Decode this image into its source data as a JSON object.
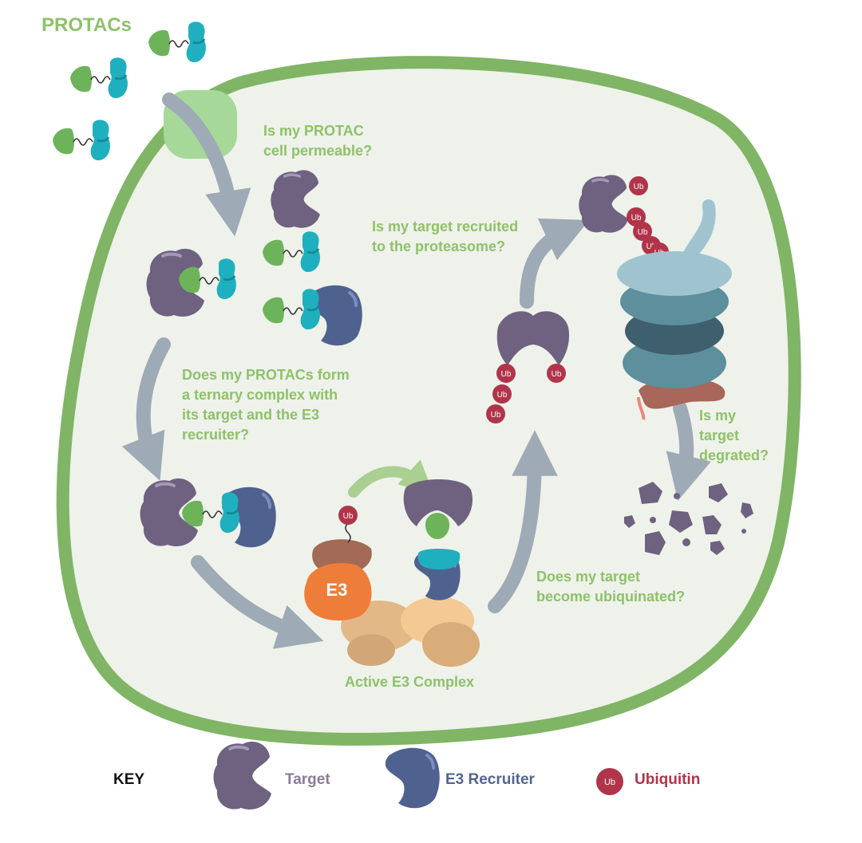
{
  "title": "PROTACs",
  "questions": {
    "permeable": "Is my PROTAC\ncell permeable?",
    "ternary": "Does my PROTACs form\na ternary complex with\nits target and the E3\nrecruiter?",
    "ubiquinated": "Does my target\nbecome ubiquinated?",
    "proteasome": "Is my target recruited\nto the proteasome?",
    "degraded": "Is my\ntarget\ndegrated?"
  },
  "labels": {
    "active_complex": "Active E3 Complex",
    "e3": "E3",
    "ub": "Ub"
  },
  "key": {
    "heading": "KEY",
    "target": "Target",
    "e3_recruiter": "E3 Recruiter",
    "ubiquitin": "Ubiquitin"
  },
  "colors": {
    "membrane": "#7fb565",
    "cytoplasm": "#eef2ea",
    "text_green": "#8fc16a",
    "target": "#6e6280",
    "e3_recruiter": "#4f618f",
    "ubiquitin": "#b0354a",
    "protac_warhead": "#6db35a",
    "protac_linker": "#1fb0bf",
    "e3_ligase": "#ef7d3a",
    "arrow": "#9eaab5"
  },
  "icons": [
    "protac-molecule-icon",
    "target-protein-icon",
    "e3-recruiter-icon",
    "ubiquitin-icon",
    "proteasome-icon",
    "arrow-icon"
  ]
}
